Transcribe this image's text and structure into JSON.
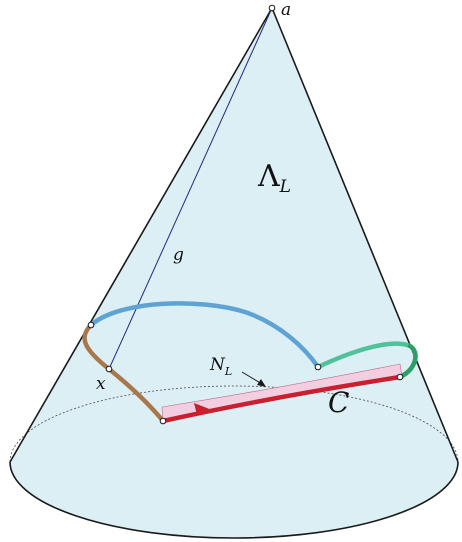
{
  "labels": {
    "apex": "a",
    "surface": "Λ",
    "surface_subscript": "L",
    "generator": "g",
    "point": "x",
    "band": "N",
    "band_subscript": "L",
    "curve": "C"
  },
  "colors": {
    "surface_fill": "#dceff5",
    "outline": "#1a1a1a",
    "generator_line": "#1f2a8c",
    "curve_red": "#c8202e",
    "band_pink": "#f3cde0",
    "blue_arc": "#5fa3d3",
    "brown_arc": "#a8784a",
    "green_arc": "#4fc29a",
    "green_arc_dark": "#2e9e64"
  }
}
